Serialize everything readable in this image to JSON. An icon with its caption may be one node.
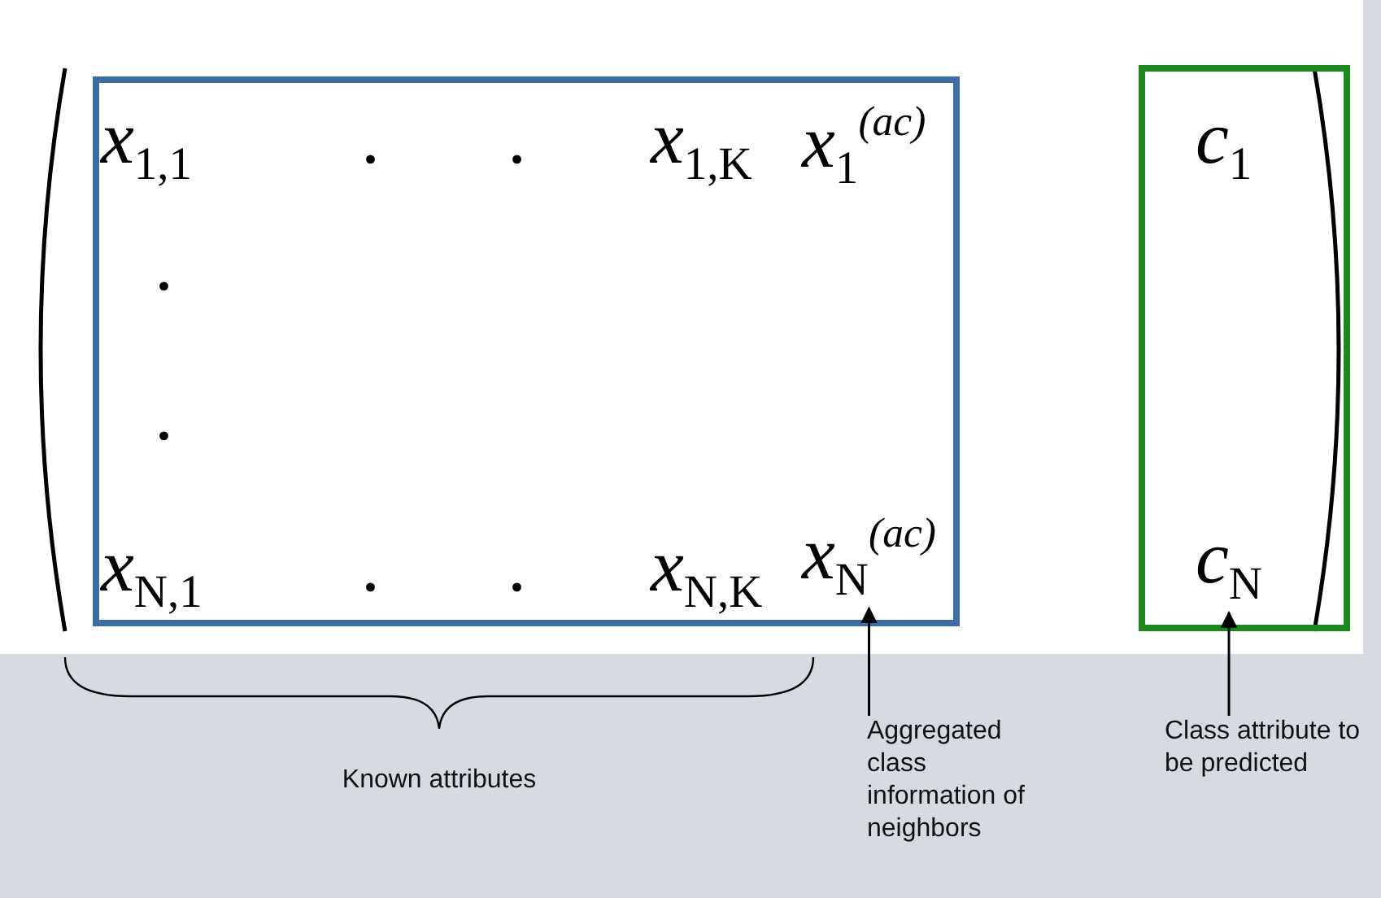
{
  "diagram": {
    "nodes": [
      {
        "text": [],
        "shape": "box"
      },
      {
        "text": [
          "*x*$_{N}$$^{(ac)}$"
        ],
        "in": 0
      },
      {
        "text": [],
        "shape": "box"
      },
      {
        "text": [
          "*c*$_{N}$"
        ],
        "in": 2
      },
      {
        "text": [
          "Aggregated class information of neighbors"
        ]
      },
      {
        "text": [
          "Class attribute to be predicted"
        ]
      }
    ],
    "edges": [
      {
        "from": 4,
        "to": 1,
        "arrow": "to"
      },
      {
        "from": 5,
        "to": 3,
        "arrow": "to"
      }
    ],
    "labels": [
      "*x*$_{1,1}$",
      ".",
      ".",
      "*x*$_{1,K}$",
      "*x*$_{1}$$^{(ac)}$",
      "*c*$_{1}$",
      ".",
      ".",
      "*x*$_{N,1}$",
      ".",
      ".",
      "*x*$_{N,K}$",
      "Known attributes"
    ]
  }
}
